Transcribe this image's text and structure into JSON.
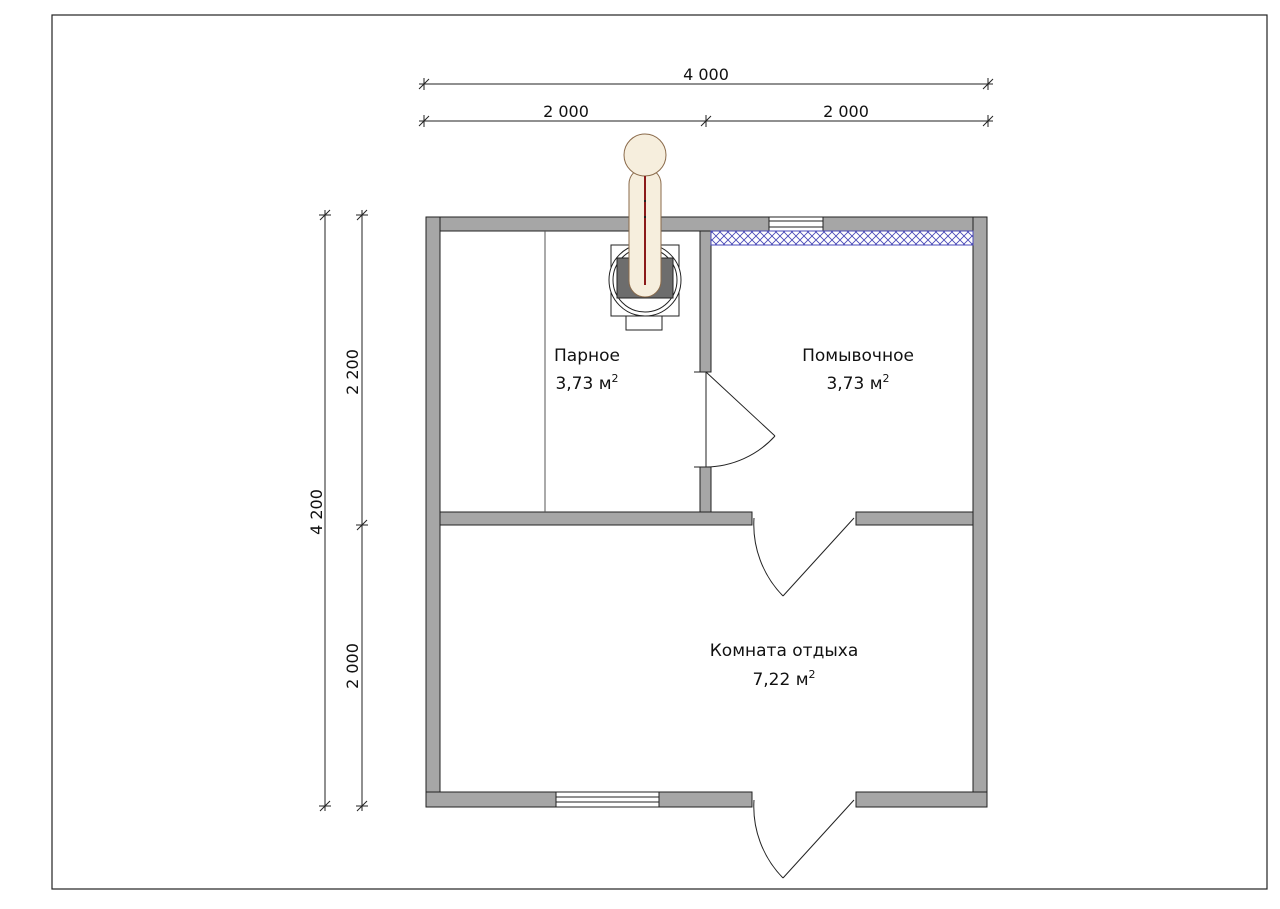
{
  "dimensions": {
    "top_total": "4 000",
    "top_left": "2 000",
    "top_right": "2 000",
    "left_total": "4 200",
    "left_upper": "2 200",
    "left_lower": "2 000"
  },
  "rooms": [
    {
      "name": "Парное",
      "area": "3,73 м",
      "unit_power": "2"
    },
    {
      "name": "Помывочное",
      "area": "3,73 м",
      "unit_power": "2"
    },
    {
      "name": "Комната отдыха",
      "area": "7,22 м",
      "unit_power": "2"
    }
  ],
  "colors": {
    "wall": "#a6a6a6",
    "line": "#222222",
    "hatch": "#4a4ab8",
    "chimney": "#f6eedd"
  }
}
